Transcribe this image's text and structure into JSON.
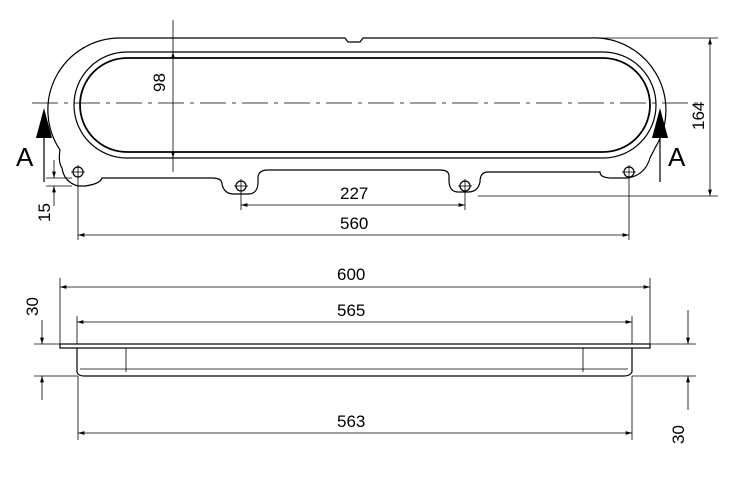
{
  "top_view": {
    "dimensions": {
      "height_inner": "98",
      "height_total": "164",
      "offset": "15",
      "hole_spacing": "227",
      "hole_span": "560"
    },
    "section_marker_left": "A",
    "section_marker_right": "A"
  },
  "side_view": {
    "dimensions": {
      "width_total": "600",
      "width_inner": "565",
      "width_bottom": "563",
      "height_left": "30",
      "height_right": "30"
    }
  }
}
